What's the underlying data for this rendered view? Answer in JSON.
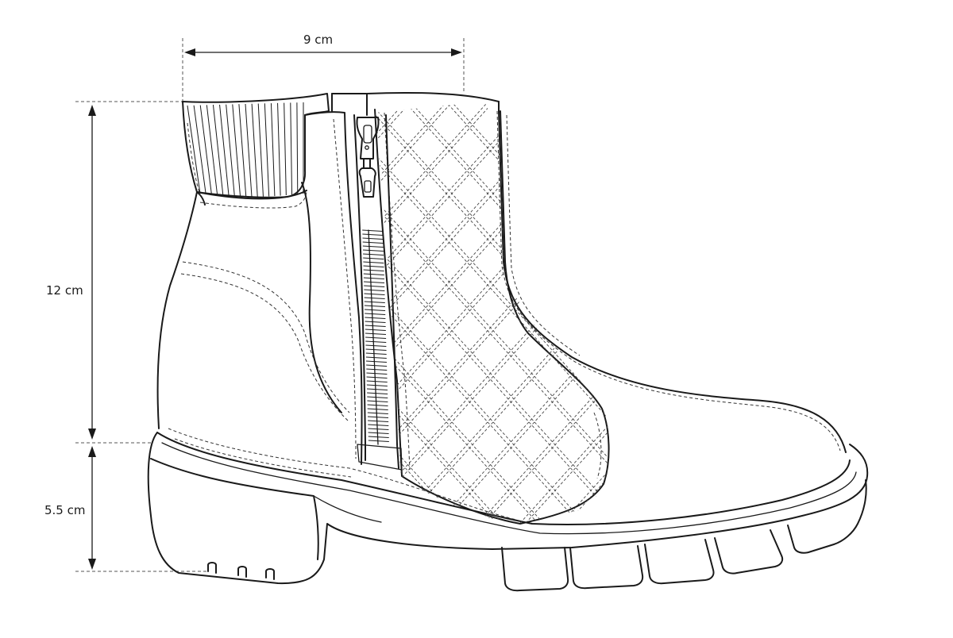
{
  "dimensions": {
    "width": "9 cm",
    "shaft_height": "12 cm",
    "heel_height": "5.5 cm"
  },
  "icons": {
    "boot": "ankle-boot-line-drawing",
    "zipper": "zipper-pull-icon"
  }
}
